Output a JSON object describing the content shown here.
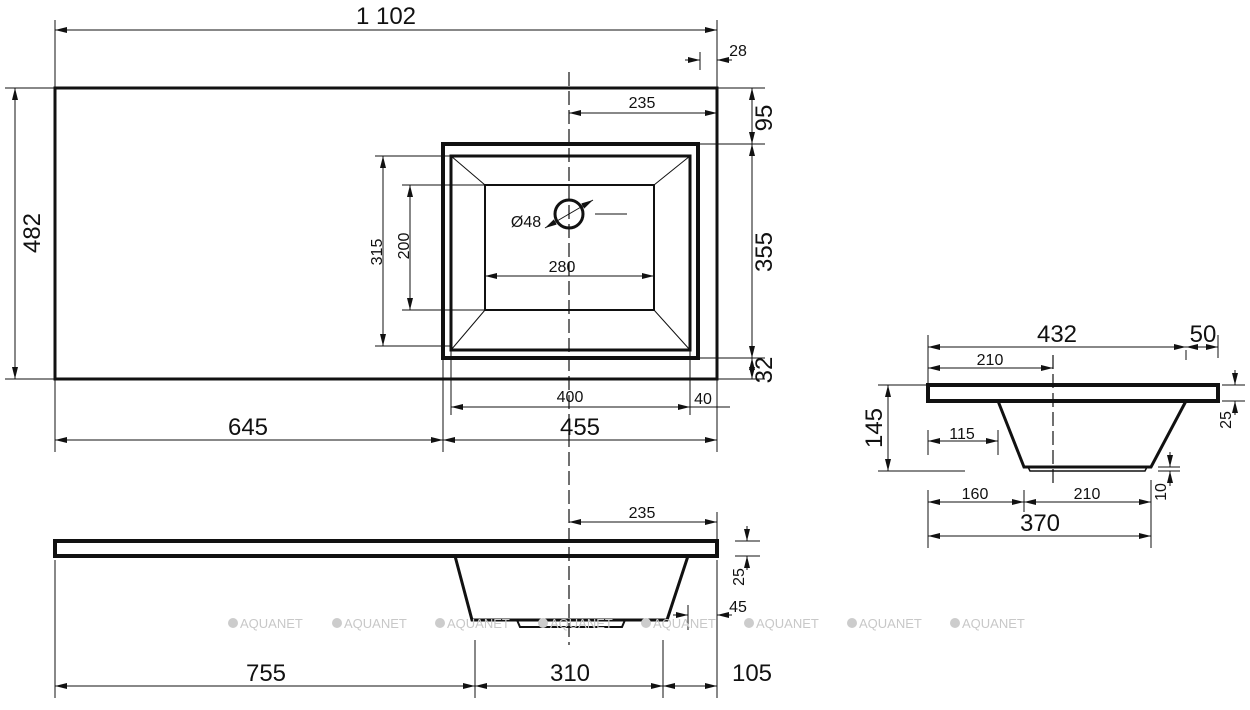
{
  "top_view": {
    "overall_length": "1 102",
    "right_edge_offset": "28",
    "basin_center_from_right": "235",
    "top_margin": "95",
    "basin_length": "355",
    "bottom_margin": "32",
    "depth": "482",
    "inner_length": "315",
    "bowl_length": "200",
    "bowl_width": "280",
    "drain_diameter": "Ø48",
    "inner_width": "400",
    "right_rim": "40",
    "left_counter": "645",
    "basin_width": "455"
  },
  "front_view": {
    "basin_center_from_right": "235",
    "slab_thickness": "25",
    "bottom_offset": "45",
    "left_segment": "755",
    "middle_segment": "310",
    "right_segment": "105"
  },
  "side_view": {
    "overall_depth": "432",
    "overhang": "50",
    "center_offset": "210",
    "height": "145",
    "bowl_offset": "115",
    "slab_thickness": "25",
    "lip_thickness": "10",
    "bottom_left": "160",
    "bottom_width": "210",
    "basin_depth": "370"
  },
  "watermark": "AQUANET"
}
